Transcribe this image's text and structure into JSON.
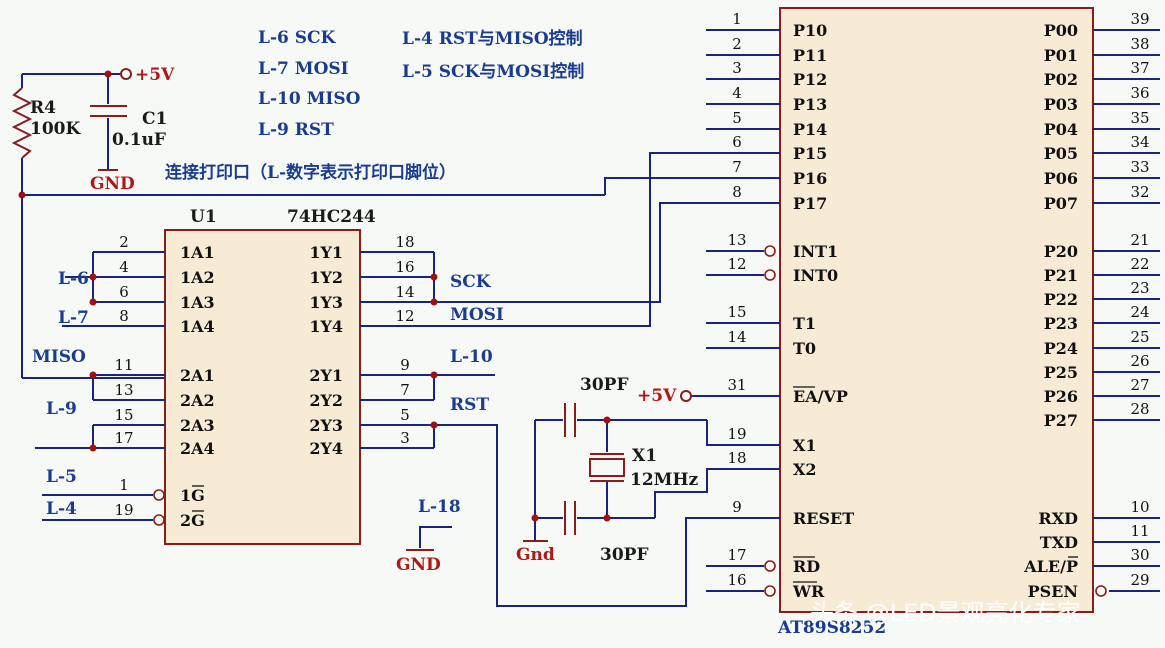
{
  "notes": {
    "n1": "L-6 SCK",
    "n2": "L-7 MOSI",
    "n3": "L-10 MISO",
    "n4": "L-9 RST",
    "n5": "L-4 RST与MISO控制",
    "n6": "L-5 SCK与MOSI控制",
    "connect": "连接打印口（L-数字表示打印口脚位）"
  },
  "power": {
    "vcc1": "+5V",
    "vcc2": "+5V",
    "gnd1": "GND",
    "gnd2": "GND",
    "gnd3": "Gnd"
  },
  "components": {
    "r4_name": "R4",
    "r4_value": "100K",
    "c1_name": "C1",
    "c1_value": "0.1uF",
    "u1_name": "U1",
    "u1_part": "74HC244",
    "x1_name": "X1",
    "x1_freq": "12MHz",
    "cap_top": "30PF",
    "cap_bottom": "30PF",
    "mcu_part": "AT89S8252"
  },
  "signals": {
    "sck": "SCK",
    "mosi": "MOSI",
    "miso": "MISO",
    "rst": "RST",
    "l6": "L-6",
    "l7": "L-7",
    "l9": "L-9",
    "l10": "L-10",
    "l5": "L-5",
    "l4": "L-4",
    "l18": "L-18"
  },
  "u1_left_pins": [
    {
      "num": "2",
      "name": "1A1"
    },
    {
      "num": "4",
      "name": "1A2"
    },
    {
      "num": "6",
      "name": "1A3"
    },
    {
      "num": "8",
      "name": "1A4"
    },
    {
      "num": "11",
      "name": "2A1"
    },
    {
      "num": "13",
      "name": "2A2"
    },
    {
      "num": "15",
      "name": "2A3"
    },
    {
      "num": "17",
      "name": "2A4"
    },
    {
      "num": "1",
      "name": "1G"
    },
    {
      "num": "19",
      "name": "2G"
    }
  ],
  "u1_right_pins": [
    {
      "num": "18",
      "name": "1Y1"
    },
    {
      "num": "16",
      "name": "1Y2"
    },
    {
      "num": "14",
      "name": "1Y3"
    },
    {
      "num": "12",
      "name": "1Y4"
    },
    {
      "num": "9",
      "name": "2Y1"
    },
    {
      "num": "7",
      "name": "2Y2"
    },
    {
      "num": "5",
      "name": "2Y3"
    },
    {
      "num": "3",
      "name": "2Y4"
    }
  ],
  "mcu_left_pins": [
    {
      "num": "1",
      "name": "P10"
    },
    {
      "num": "2",
      "name": "P11"
    },
    {
      "num": "3",
      "name": "P12"
    },
    {
      "num": "4",
      "name": "P13"
    },
    {
      "num": "5",
      "name": "P14"
    },
    {
      "num": "6",
      "name": "P15"
    },
    {
      "num": "7",
      "name": "P16"
    },
    {
      "num": "8",
      "name": "P17"
    },
    {
      "num": "13",
      "name": "INT1"
    },
    {
      "num": "12",
      "name": "INT0"
    },
    {
      "num": "15",
      "name": "T1"
    },
    {
      "num": "14",
      "name": "T0"
    },
    {
      "num": "31",
      "name": "EA/VP"
    },
    {
      "num": "19",
      "name": "X1"
    },
    {
      "num": "18",
      "name": "X2"
    },
    {
      "num": "9",
      "name": "RESET"
    },
    {
      "num": "17",
      "name": "RD"
    },
    {
      "num": "16",
      "name": "WR"
    }
  ],
  "mcu_right_pins": [
    {
      "num": "39",
      "name": "P00"
    },
    {
      "num": "38",
      "name": "P01"
    },
    {
      "num": "37",
      "name": "P02"
    },
    {
      "num": "36",
      "name": "P03"
    },
    {
      "num": "35",
      "name": "P04"
    },
    {
      "num": "34",
      "name": "P05"
    },
    {
      "num": "33",
      "name": "P06"
    },
    {
      "num": "32",
      "name": "P07"
    },
    {
      "num": "21",
      "name": "P20"
    },
    {
      "num": "22",
      "name": "P21"
    },
    {
      "num": "23",
      "name": "P22"
    },
    {
      "num": "24",
      "name": "P23"
    },
    {
      "num": "25",
      "name": "P24"
    },
    {
      "num": "26",
      "name": "P25"
    },
    {
      "num": "27",
      "name": "P26"
    },
    {
      "num": "28",
      "name": "P27"
    },
    {
      "num": "10",
      "name": "RXD"
    },
    {
      "num": "11",
      "name": "TXD"
    },
    {
      "num": "30",
      "name": "ALE/P"
    },
    {
      "num": "29",
      "name": "PSEN"
    }
  ],
  "watermark": "头条 @LED景观亮化专家",
  "colors": {
    "wire": "#1a237e",
    "outline": "#8a1c1c",
    "node": "#a01010",
    "chip_fill": "#f8ebd6",
    "note_text": "#1a3c8f",
    "power_text": "#b01818"
  }
}
